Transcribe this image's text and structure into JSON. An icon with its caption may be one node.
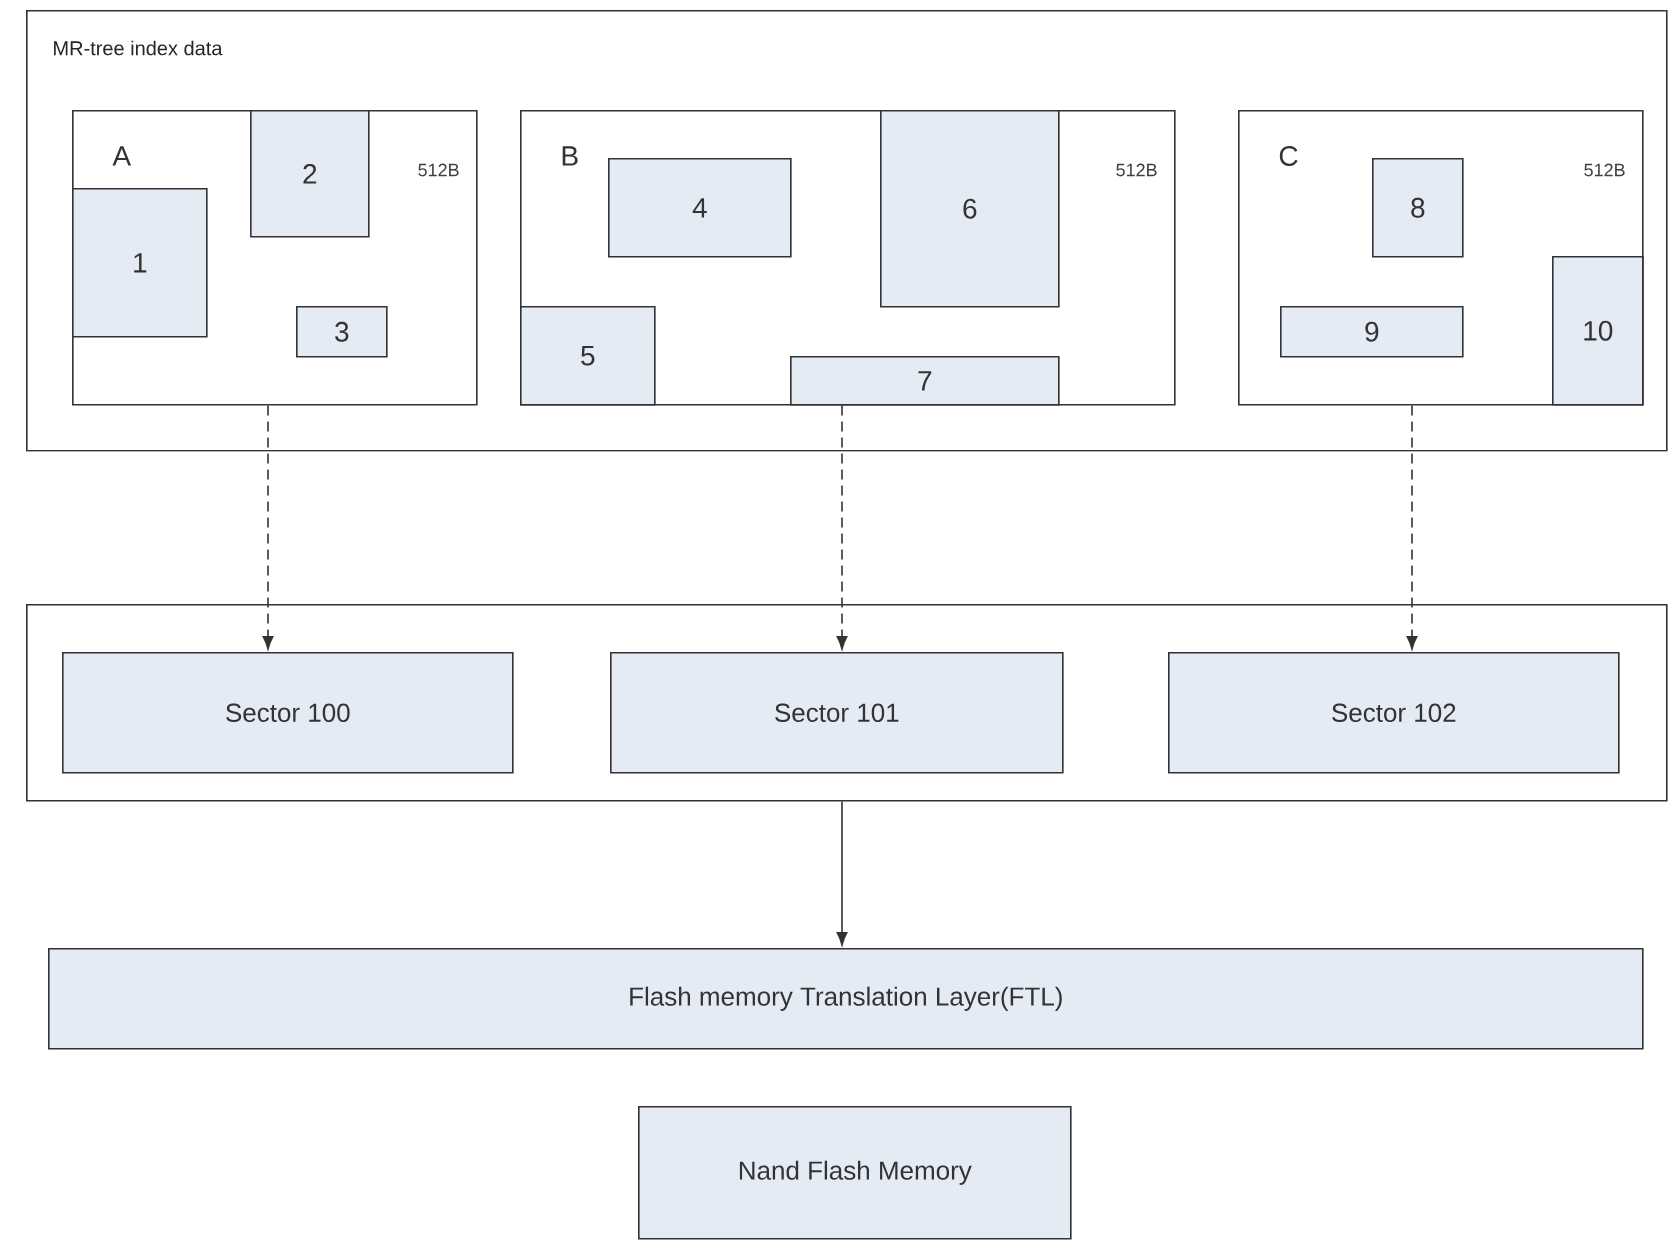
{
  "diagram": {
    "nodes": [
      {
        "text": [
          "MR-tree index data"
        ]
      },
      {
        "text": [
          "A",
          "512B"
        ],
        "in": 0
      },
      {
        "text": [
          "1"
        ],
        "in": 1
      },
      {
        "text": [
          "2"
        ],
        "in": 1
      },
      {
        "text": [
          "3"
        ],
        "in": 1
      },
      {
        "text": [
          "B",
          "512B"
        ],
        "in": 0
      },
      {
        "text": [
          "4"
        ],
        "in": 5
      },
      {
        "text": [
          "5"
        ],
        "in": 5
      },
      {
        "text": [
          "6"
        ],
        "in": 5
      },
      {
        "text": [
          "7"
        ],
        "in": 5
      },
      {
        "text": [
          "C",
          "512B"
        ],
        "in": 0
      },
      {
        "text": [
          "8"
        ],
        "in": 10
      },
      {
        "text": [
          "9"
        ],
        "in": 10
      },
      {
        "text": [
          "10"
        ],
        "in": 10
      },
      {
        "text": [],
        "shape": "box"
      },
      {
        "text": [
          "Sector 100"
        ],
        "in": 14
      },
      {
        "text": [
          "Sector 101"
        ],
        "in": 14
      },
      {
        "text": [
          "Sector 102"
        ],
        "in": 14
      },
      {
        "text": [
          "Flash memory Translation Layer(FTL)"
        ]
      },
      {
        "text": [
          "Nand Flash Memory"
        ]
      }
    ],
    "edges": [
      {
        "from": 1,
        "to": 15,
        "arrow": "to",
        "style": "dashed"
      },
      {
        "from": 5,
        "to": 16,
        "arrow": "to",
        "style": "dashed"
      },
      {
        "from": 10,
        "to": 17,
        "arrow": "to",
        "style": "dashed"
      },
      {
        "from": 14,
        "to": 18,
        "arrow": "to"
      }
    ]
  }
}
